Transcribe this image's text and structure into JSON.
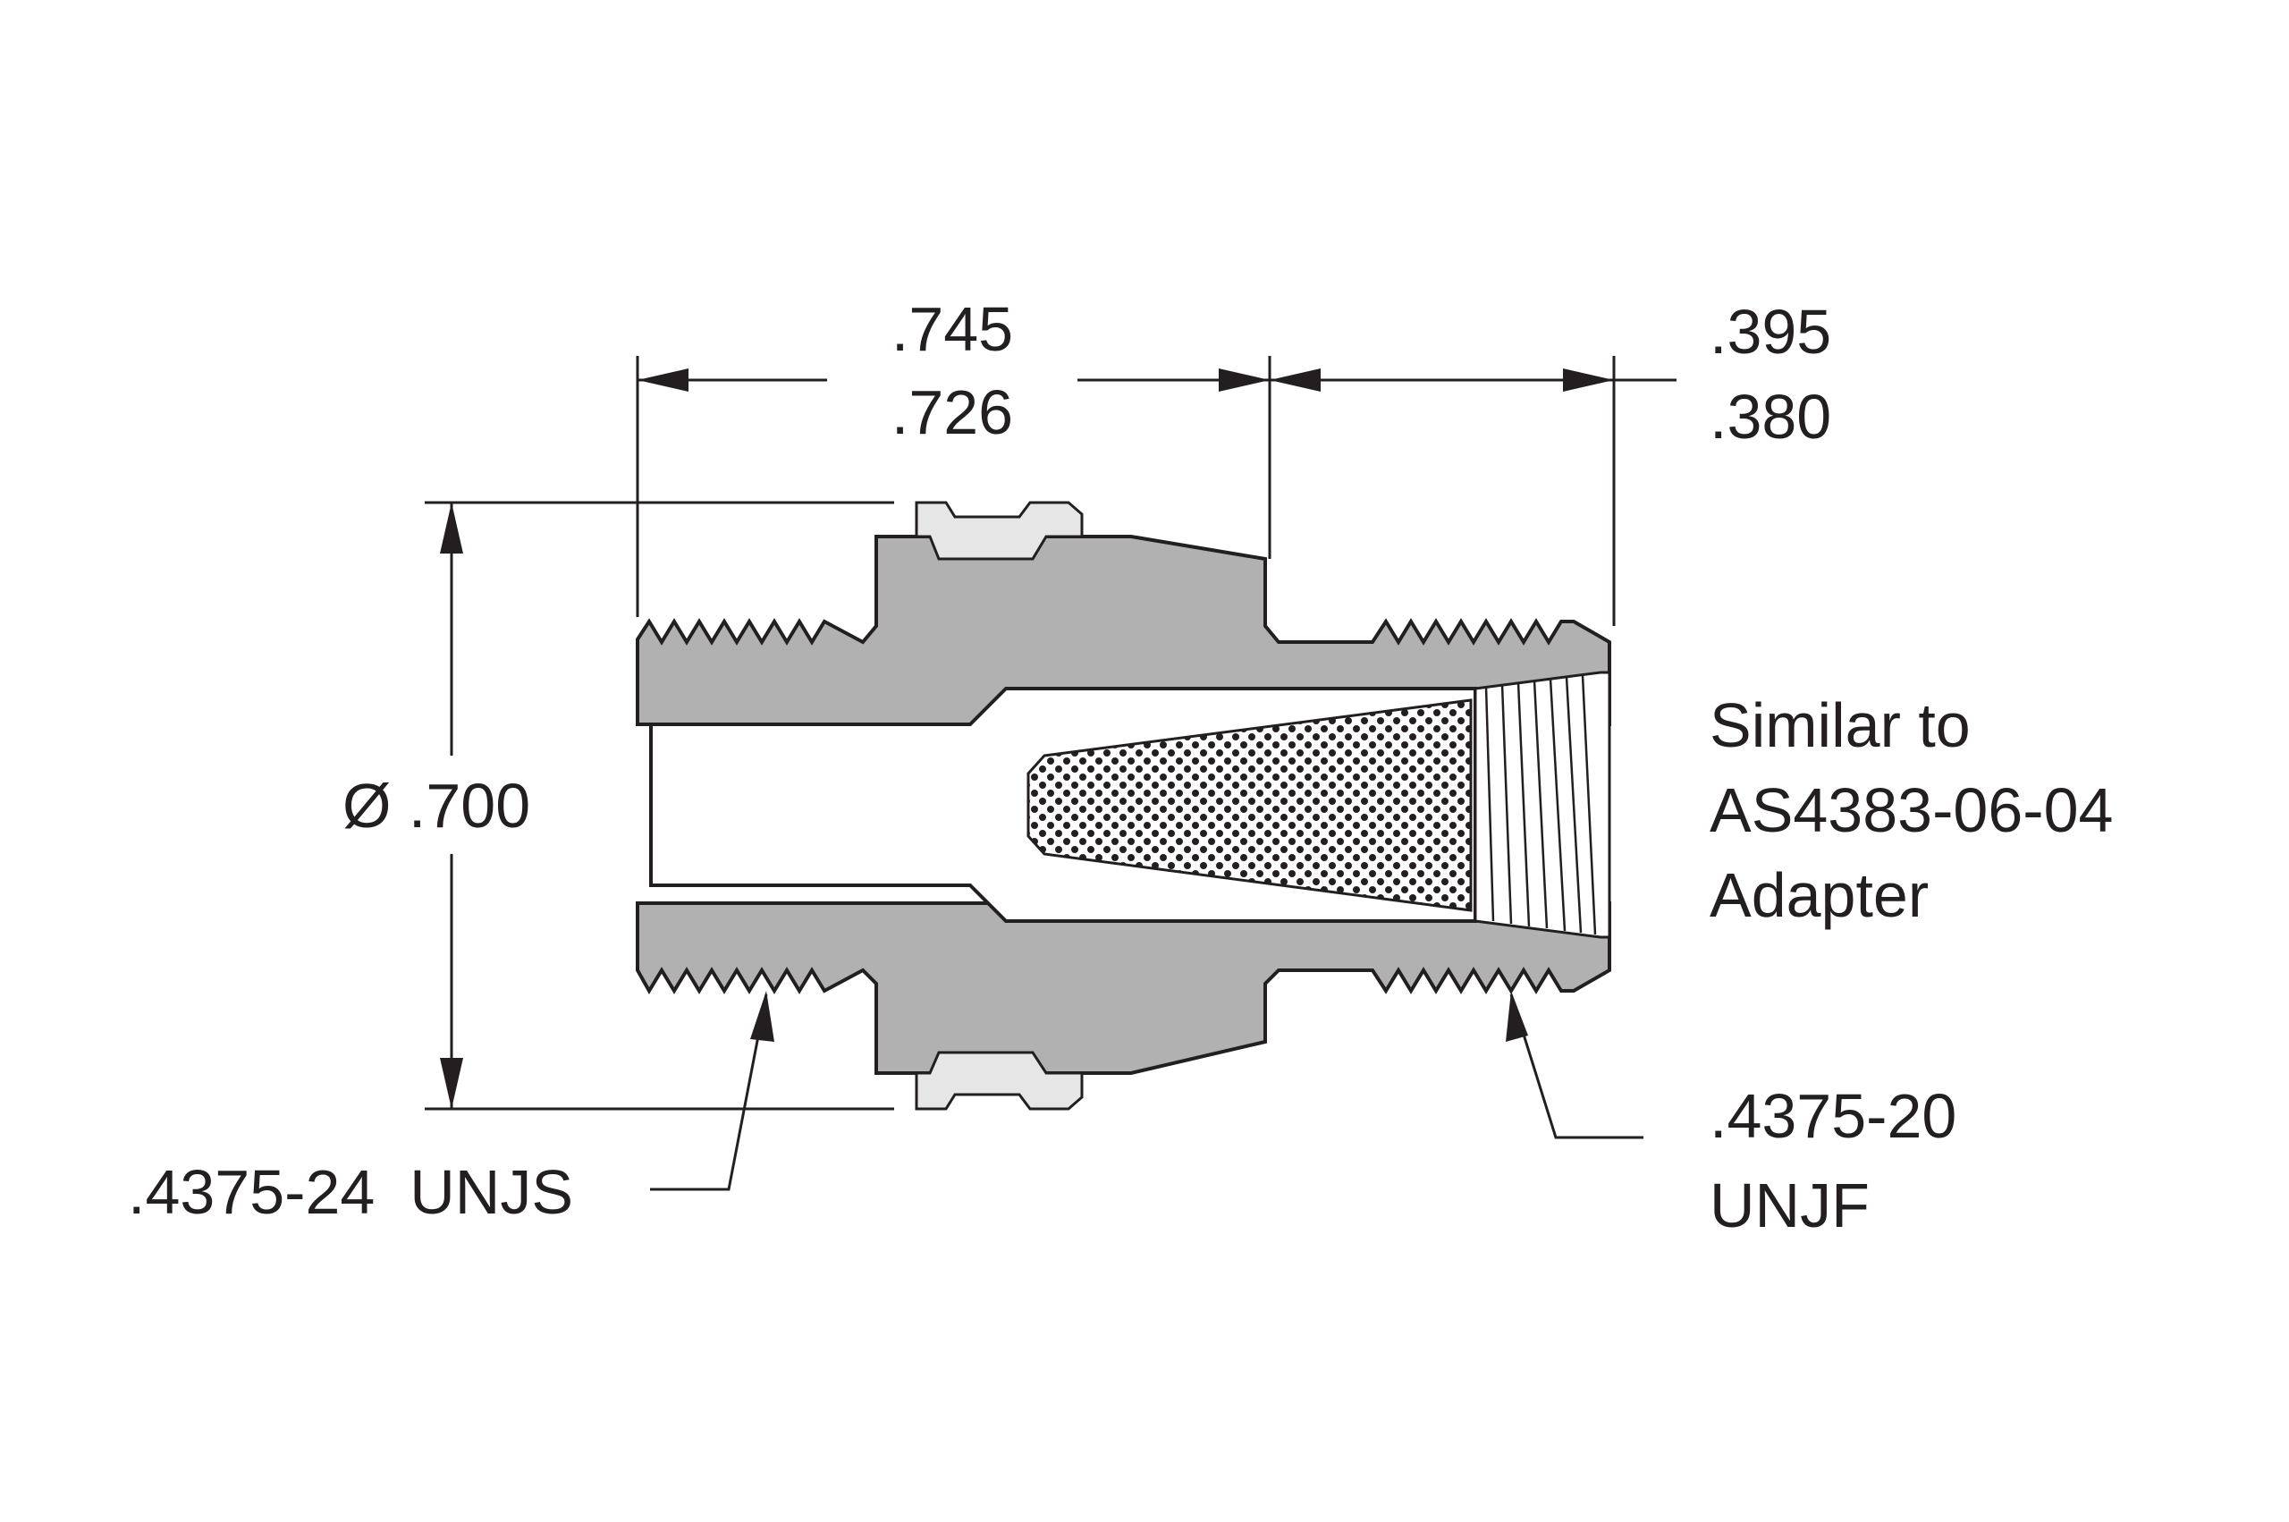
{
  "dimensions": {
    "length_max": ".745",
    "length_min": ".726",
    "thread_length_max": ".395",
    "thread_length_min": ".380",
    "diameter": "Ø .700"
  },
  "callouts": {
    "left_thread": ".4375-24  UNJS",
    "right_thread_line1": ".4375-20",
    "right_thread_line2": "UNJF"
  },
  "note": {
    "line1": "Similar to",
    "line2": "AS4383-06-04",
    "line3": "Adapter"
  },
  "colors": {
    "body_fill": "#b1b1b1",
    "line": "#231f20",
    "seal_fill": "#e6e6e6",
    "filter_dots": "#231f20"
  }
}
